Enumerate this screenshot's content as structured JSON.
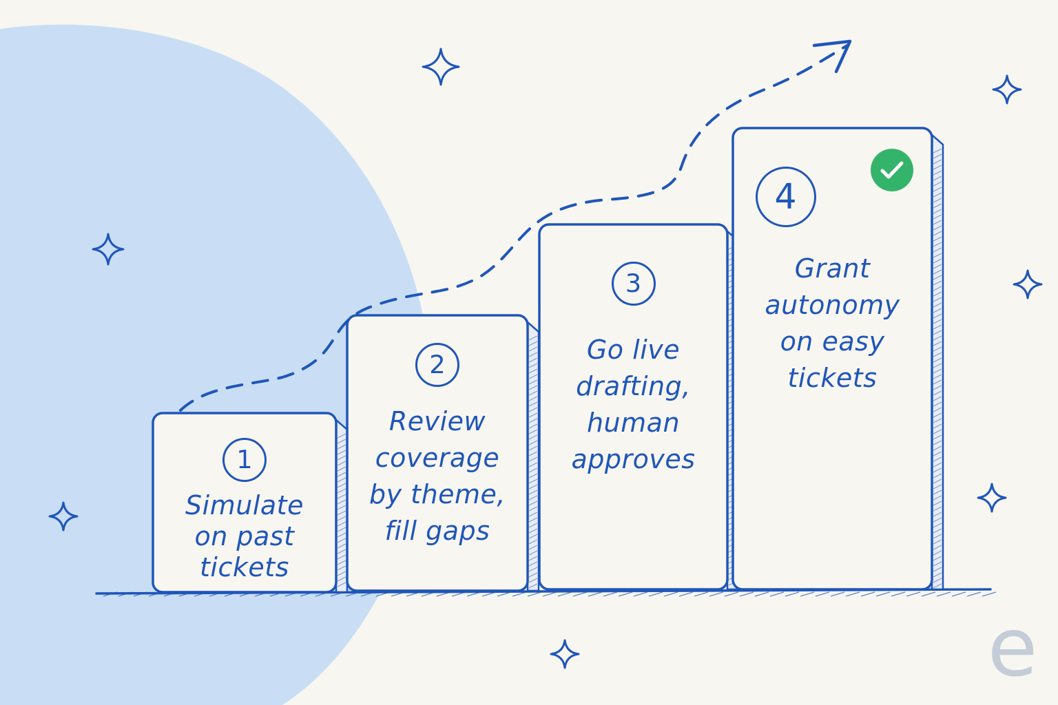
{
  "colors": {
    "background": "#f8f6f1",
    "blob": "#c9def5",
    "ink": "#1f56b8",
    "check": "#34b46a",
    "logo": "#c4ccd7"
  },
  "steps": [
    {
      "number": "1",
      "lines": [
        "Simulate",
        "on past",
        "tickets"
      ]
    },
    {
      "number": "2",
      "lines": [
        "Review",
        "coverage",
        "by theme,",
        "fill gaps"
      ]
    },
    {
      "number": "3",
      "lines": [
        "Go live",
        "drafting,",
        "human",
        "approves"
      ]
    },
    {
      "number": "4",
      "lines": [
        "Grant",
        "autonomy",
        "on easy",
        "tickets"
      ],
      "completed": true
    }
  ],
  "icons": {
    "sparkle": "sparkle-icon",
    "check": "check-circle-icon",
    "arrow": "trend-arrow-icon"
  },
  "logo": {
    "letter": "e"
  }
}
